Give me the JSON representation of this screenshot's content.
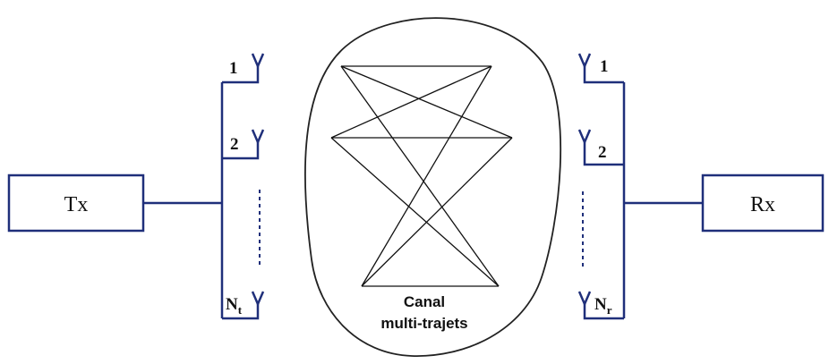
{
  "transmitter": {
    "label": "Tx"
  },
  "receiver": {
    "label": "Rx"
  },
  "tx_antennas": [
    {
      "number": "1"
    },
    {
      "number": "2"
    },
    {
      "base": "N",
      "subscript": "t"
    }
  ],
  "rx_antennas": [
    {
      "number": "1"
    },
    {
      "number": "2"
    },
    {
      "base": "N",
      "subscript": "r"
    }
  ],
  "channel": {
    "line1": "Canal",
    "line2": "multi-trajets"
  },
  "colors": {
    "wiring": "#1f2f7a",
    "outline": "#222222",
    "background": "#ffffff"
  }
}
